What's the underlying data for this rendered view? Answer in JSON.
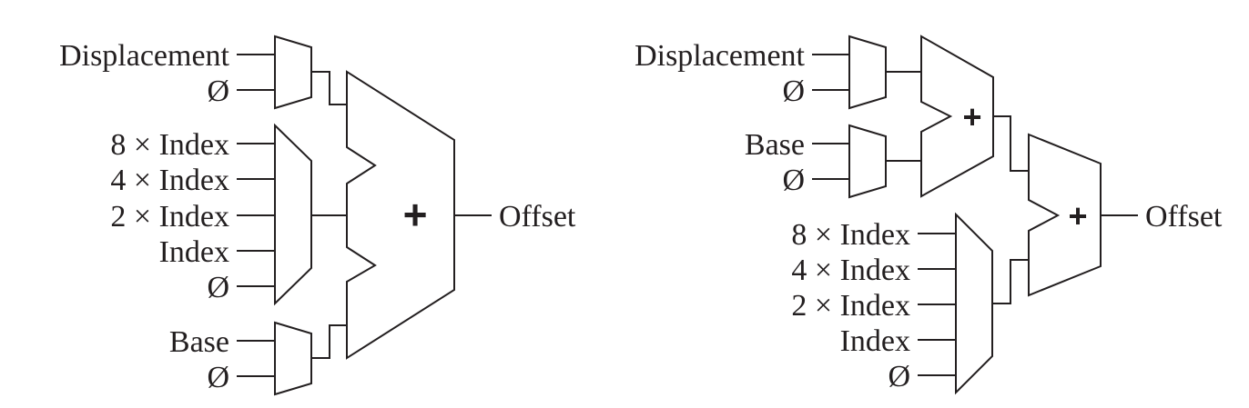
{
  "left_diagram": {
    "inputs": {
      "displacement": "Displacement",
      "zero_a": "Ø",
      "index8": "8 × Index",
      "index4": "4 × Index",
      "index2": "2 × Index",
      "index1": "Index",
      "zero_b": "Ø",
      "base": "Base",
      "zero_c": "Ø"
    },
    "adder_symbol": "+",
    "output": "Offset"
  },
  "right_diagram": {
    "inputs": {
      "displacement": "Displacement",
      "zero_a": "Ø",
      "base": "Base",
      "zero_b": "Ø",
      "index8": "8 × Index",
      "index4": "4 × Index",
      "index2": "2 × Index",
      "index1": "Index",
      "zero_c": "Ø"
    },
    "adder1_symbol": "+",
    "adder2_symbol": "+",
    "output": "Offset"
  }
}
